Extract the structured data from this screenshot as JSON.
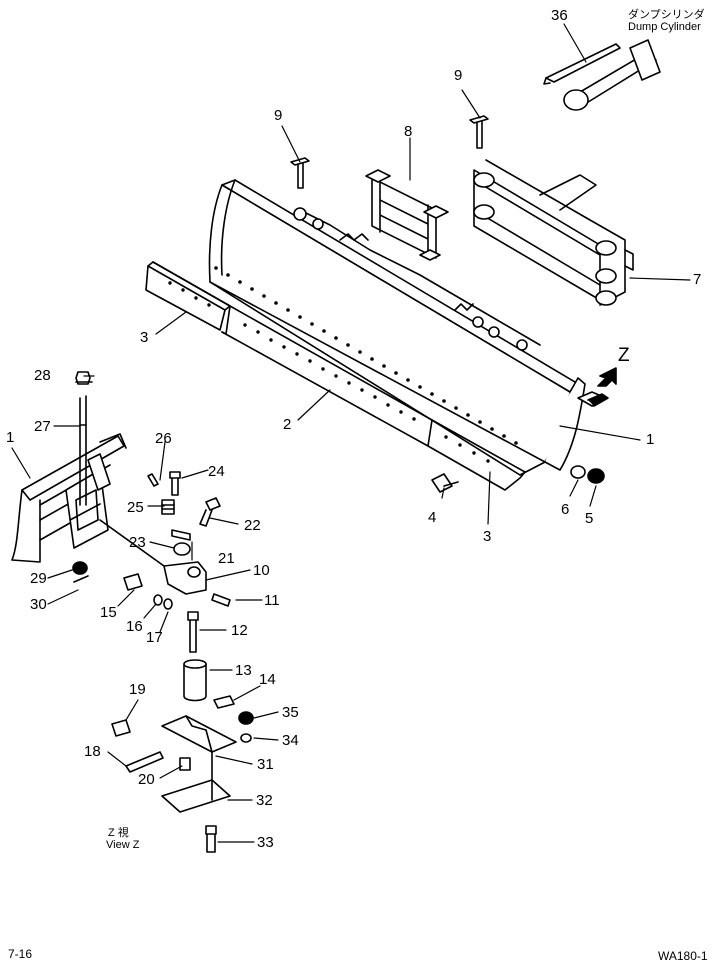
{
  "callouts": {
    "c36": "36",
    "c9a": "9",
    "c9b": "9",
    "c8": "8",
    "c7": "7",
    "c3a": "3",
    "c3b": "3",
    "c2": "2",
    "c1a": "1",
    "c1b": "1",
    "cZ": "Z",
    "c28": "28",
    "c27": "27",
    "c26": "26",
    "c24": "24",
    "c25": "25",
    "c22": "22",
    "c23": "23",
    "c21": "21",
    "c10": "10",
    "c29": "29",
    "c30": "30",
    "c11": "11",
    "c15": "15",
    "c16": "16",
    "c17": "17",
    "c12": "12",
    "c13": "13",
    "c14": "14",
    "c4": "4",
    "c6": "6",
    "c5": "5",
    "c19": "19",
    "c35": "35",
    "c34": "34",
    "c18": "18",
    "c31": "31",
    "c20": "20",
    "c32": "32",
    "c33": "33"
  },
  "dump_cylinder": {
    "jp": "ダンプシリンダ",
    "en": "Dump Cylinder"
  },
  "view_z": {
    "jp": "Z 視",
    "en": "View Z"
  },
  "footer": {
    "page": "7-16",
    "code": "WA180-1"
  }
}
